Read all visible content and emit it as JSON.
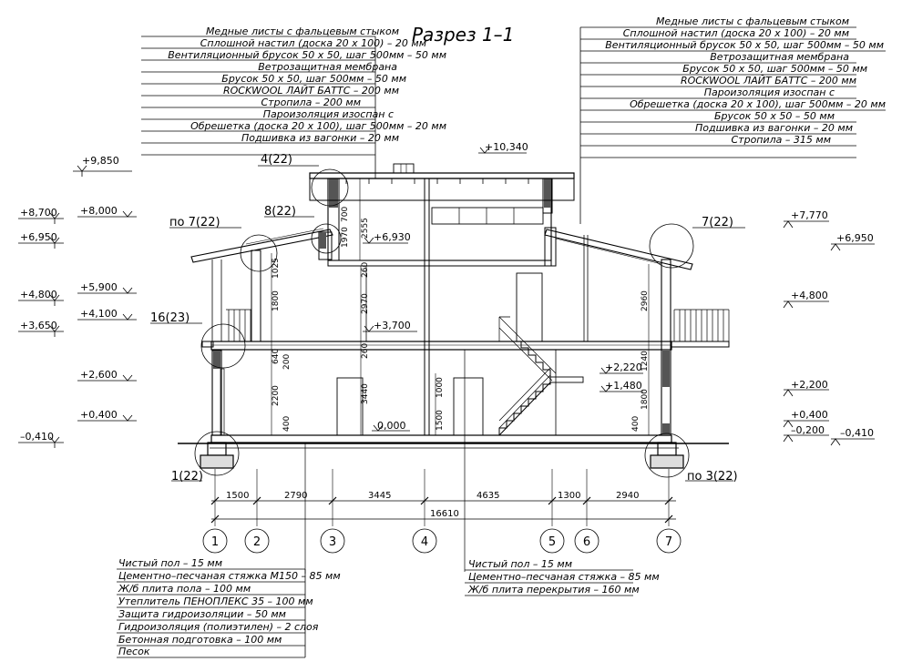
{
  "title": "Разрез 1–1",
  "roof_left": [
    "Медные листы с фальцевым стыком",
    "Сплошной настил (доска 20 х 100) – 20 мм",
    "Вентиляционный брусок 50 х 50, шаг 500мм – 50 мм",
    "Ветрозащитная мембрана",
    "Брусок 50 х 50, шаг 500мм – 50 мм",
    "ROCKWOOL ЛАЙТ БАТТС – 200 мм",
    "Стропила – 200 мм",
    "Пароизоляция изоспан с",
    "Обрешетка (доска 20 х 100), шаг 500мм – 20 мм",
    "Подшивка из вагонки – 20 мм"
  ],
  "roof_right": [
    "Медные листы с фальцевым стыком",
    "Сплошной настил (доска 20 х 100) – 20 мм",
    "Вентиляционный брусок 50 х 50, шаг 500мм – 50 мм",
    "Ветрозащитная мембрана",
    "Брусок 50 х 50, шаг 500мм – 50 мм",
    "ROCKWOOL ЛАЙТ БАТТС – 200 мм",
    "Пароизоляция изоспан с",
    "Обрешетка (доска 20 х 100), шаг 500мм – 20 мм",
    "Брусок 50 х 50 – 50 мм",
    "Подшивка из вагонки – 20 мм",
    "Стропила  – 315 мм"
  ],
  "floor_left": [
    "Чистый пол – 15 мм",
    "Цементно–песчаная стяжка М150 – 85 мм",
    "Ж/б плита пола – 100 мм",
    "Утеплитель ПЕНОПЛЕКС 35 – 100 мм",
    "Защита гидроизоляции – 50 мм",
    "Гидроизоляция (полиэтилен) – 2 слоя",
    "Бетонная подготовка – 100 мм",
    "Песок"
  ],
  "floor_right": [
    "Чистый пол – 15 мм",
    "Цементно–песчаная стяжка – 85 мм",
    "Ж/б плита перекрытия – 160 мм"
  ],
  "levels_far_left": [
    "+9,850",
    "+8,700",
    "+6,950",
    "+4,800",
    "+3,650",
    "–0,410"
  ],
  "levels_left": [
    "+8,000",
    "+5,900",
    "+4,100",
    "+2,600",
    "+0,400"
  ],
  "levels_right": [
    "+7,770",
    "+6,950",
    "+4,800",
    "+2,200",
    "+0,400",
    "–0,200",
    "–0,410"
  ],
  "levels_inner": [
    "+10,340",
    "+6,930",
    "+3,700",
    "0,000",
    "+2,220",
    "+1,480"
  ],
  "callouts": [
    "4(22)",
    "8(22)",
    "по 7(22)",
    "7(22)",
    "16(23)",
    "1(22)",
    "по 3(22)"
  ],
  "vertical_dims": [
    "2555",
    "700",
    "1970",
    "260",
    "1025",
    "2970",
    "1800",
    "260",
    "3440",
    "640",
    "200",
    "2200",
    "400",
    "1000",
    "1500",
    "2960",
    "1240",
    "1800",
    "400"
  ],
  "axis_dims": [
    "1500",
    "2790",
    "3445",
    "4635",
    "1300",
    "2940"
  ],
  "total_dim": "16610",
  "axes": [
    "1",
    "2",
    "3",
    "4",
    "5",
    "6",
    "7"
  ]
}
